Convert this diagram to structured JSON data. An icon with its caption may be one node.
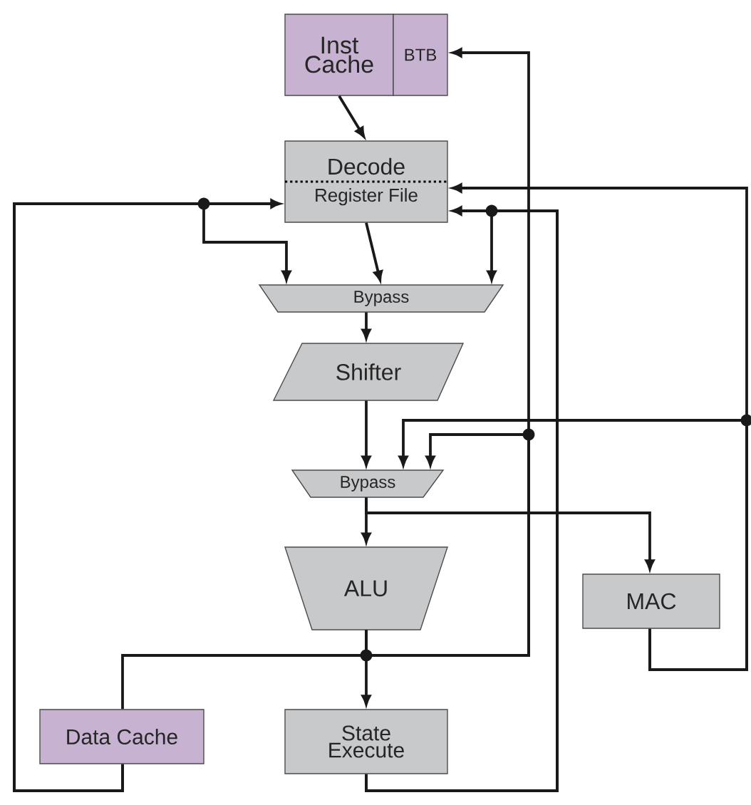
{
  "diagram": {
    "nodes": [
      {
        "text": [
          "Inst Cache"
        ]
      },
      {
        "text": [
          "BTB"
        ]
      },
      {
        "text": [
          "Decode",
          "Register File"
        ]
      },
      {
        "text": [
          "Bypass"
        ]
      },
      {
        "text": [
          "Shifter"
        ]
      },
      {
        "text": [
          "Bypass"
        ]
      },
      {
        "text": [
          "ALU"
        ]
      },
      {
        "text": [
          "MAC"
        ]
      },
      {
        "text": [
          "Data Cache"
        ]
      },
      {
        "text": [
          "State Execute"
        ]
      }
    ],
    "edges": [
      {
        "from": 0,
        "to": 2,
        "arrow": "to"
      },
      {
        "from": 2,
        "to": 3,
        "arrow": "to"
      },
      {
        "from": 3,
        "to": 4,
        "arrow": "to"
      },
      {
        "from": 4,
        "to": 5,
        "arrow": "to"
      },
      {
        "from": 5,
        "to": 6,
        "arrow": "to"
      },
      {
        "from": 5,
        "to": 7,
        "arrow": "to"
      },
      {
        "from": 6,
        "to": 9,
        "arrow": "to"
      },
      {
        "from": 6,
        "to": 8,
        "arrow": "none"
      },
      {
        "from": 6,
        "to": 1,
        "arrow": "to"
      },
      {
        "from": 6,
        "to": 5,
        "arrow": "to"
      },
      {
        "from": 7,
        "to": 5,
        "arrow": "to"
      },
      {
        "from": 7,
        "to": 2,
        "arrow": "to"
      },
      {
        "from": 8,
        "to": 2,
        "arrow": "to"
      },
      {
        "from": 8,
        "to": 3,
        "arrow": "to"
      },
      {
        "from": 9,
        "to": 2,
        "arrow": "to"
      },
      {
        "from": 9,
        "to": 3,
        "arrow": "to"
      }
    ]
  }
}
